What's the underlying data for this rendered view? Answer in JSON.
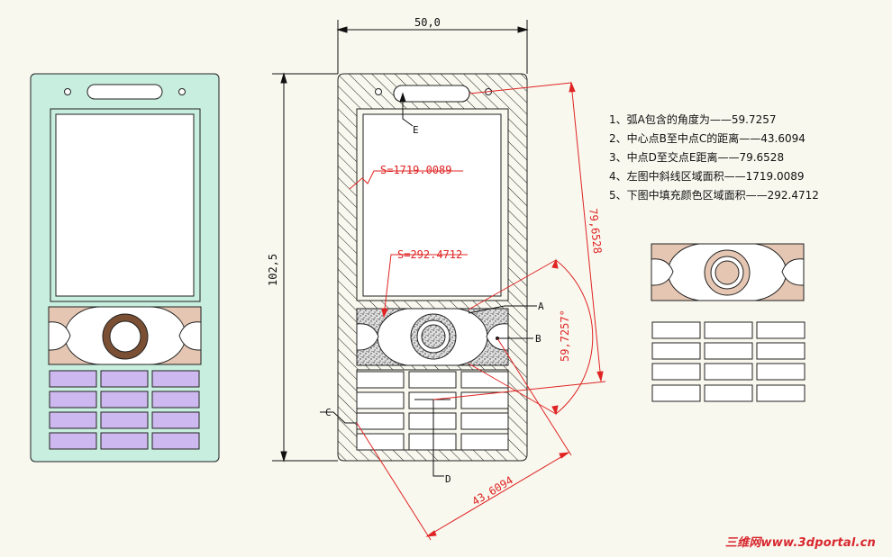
{
  "dimensions": {
    "width_label": "50,0",
    "height_label": "102,5",
    "angle_label": "59,7257°",
    "distance_de_label": "79,6528",
    "distance_bc_label": "43,6094"
  },
  "callouts": {
    "hatched_area": "S=1719.0089",
    "filled_area": "S=292.4712",
    "point_a": "A",
    "point_b": "B",
    "point_c": "C",
    "point_d": "D",
    "point_e": "E"
  },
  "notes": [
    "1、弧A包含的角度为——59.7257",
    "2、中心点B至中点C的距离——43.6094",
    "3、中点D至交点E距离——79.6528",
    "4、左图中斜线区域面积——1719.0089",
    "5、下图中填充颜色区域面积——292.4712"
  ],
  "watermark": "三维网www.3dportal.cn",
  "colors": {
    "background": "#f8f8ef",
    "phone_body": "#c8eedf",
    "keypad_fill": "#e4c6b2",
    "keys": "#cdb8ef",
    "joystick_ring": "#7a4f33",
    "dimension_red": "#e02424",
    "line_black": "#111111"
  }
}
